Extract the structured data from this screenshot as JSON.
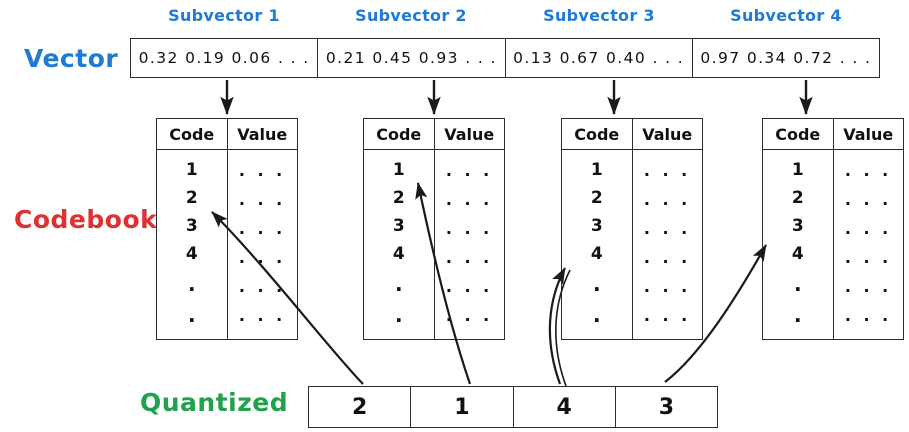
{
  "labels": {
    "vector": "Vector",
    "codebook": "Codebook",
    "quantized": "Quantized"
  },
  "colors": {
    "vector_label": "#1f7ad4",
    "codebook_label": "#e03131",
    "quantized_label": "#21a14b",
    "stroke": "#2b2b2b",
    "background": "#ffffff"
  },
  "subvectors": [
    {
      "caption": "Subvector 1",
      "values": "0.32  0.19  0.06 . . ."
    },
    {
      "caption": "Subvector 2",
      "values": "0.21  0.45  0.93 . . ."
    },
    {
      "caption": "Subvector 3",
      "values": "0.13  0.67  0.40 . . ."
    },
    {
      "caption": "Subvector 4",
      "values": "0.97  0.34  0.72 . . ."
    }
  ],
  "codebooks": [
    {
      "headers": {
        "code": "Code",
        "value": "Value"
      },
      "codes": [
        "1",
        "2",
        "3",
        "4",
        ".",
        "."
      ],
      "values": [
        ". . .",
        ". . .",
        ". . .",
        ". . .",
        ". . .",
        ". . ."
      ],
      "selected_code": "2"
    },
    {
      "headers": {
        "code": "Code",
        "value": "Value"
      },
      "codes": [
        "1",
        "2",
        "3",
        "4",
        ".",
        "."
      ],
      "values": [
        ". . .",
        ". . .",
        ". . .",
        ". . .",
        ". . .",
        ". . ."
      ],
      "selected_code": "1"
    },
    {
      "headers": {
        "code": "Code",
        "value": "Value"
      },
      "codes": [
        "1",
        "2",
        "3",
        "4",
        ".",
        "."
      ],
      "values": [
        ". . .",
        ". . .",
        ". . .",
        ". . .",
        ". . .",
        ". . ."
      ],
      "selected_code": "4"
    },
    {
      "headers": {
        "code": "Code",
        "value": "Value"
      },
      "codes": [
        "1",
        "2",
        "3",
        "4",
        ".",
        "."
      ],
      "values": [
        ". . .",
        ". . .",
        ". . .",
        ". . .",
        ". . .",
        ". . ."
      ],
      "selected_code": "3"
    }
  ],
  "quantized": {
    "cells": [
      "2",
      "1",
      "4",
      "3"
    ]
  }
}
